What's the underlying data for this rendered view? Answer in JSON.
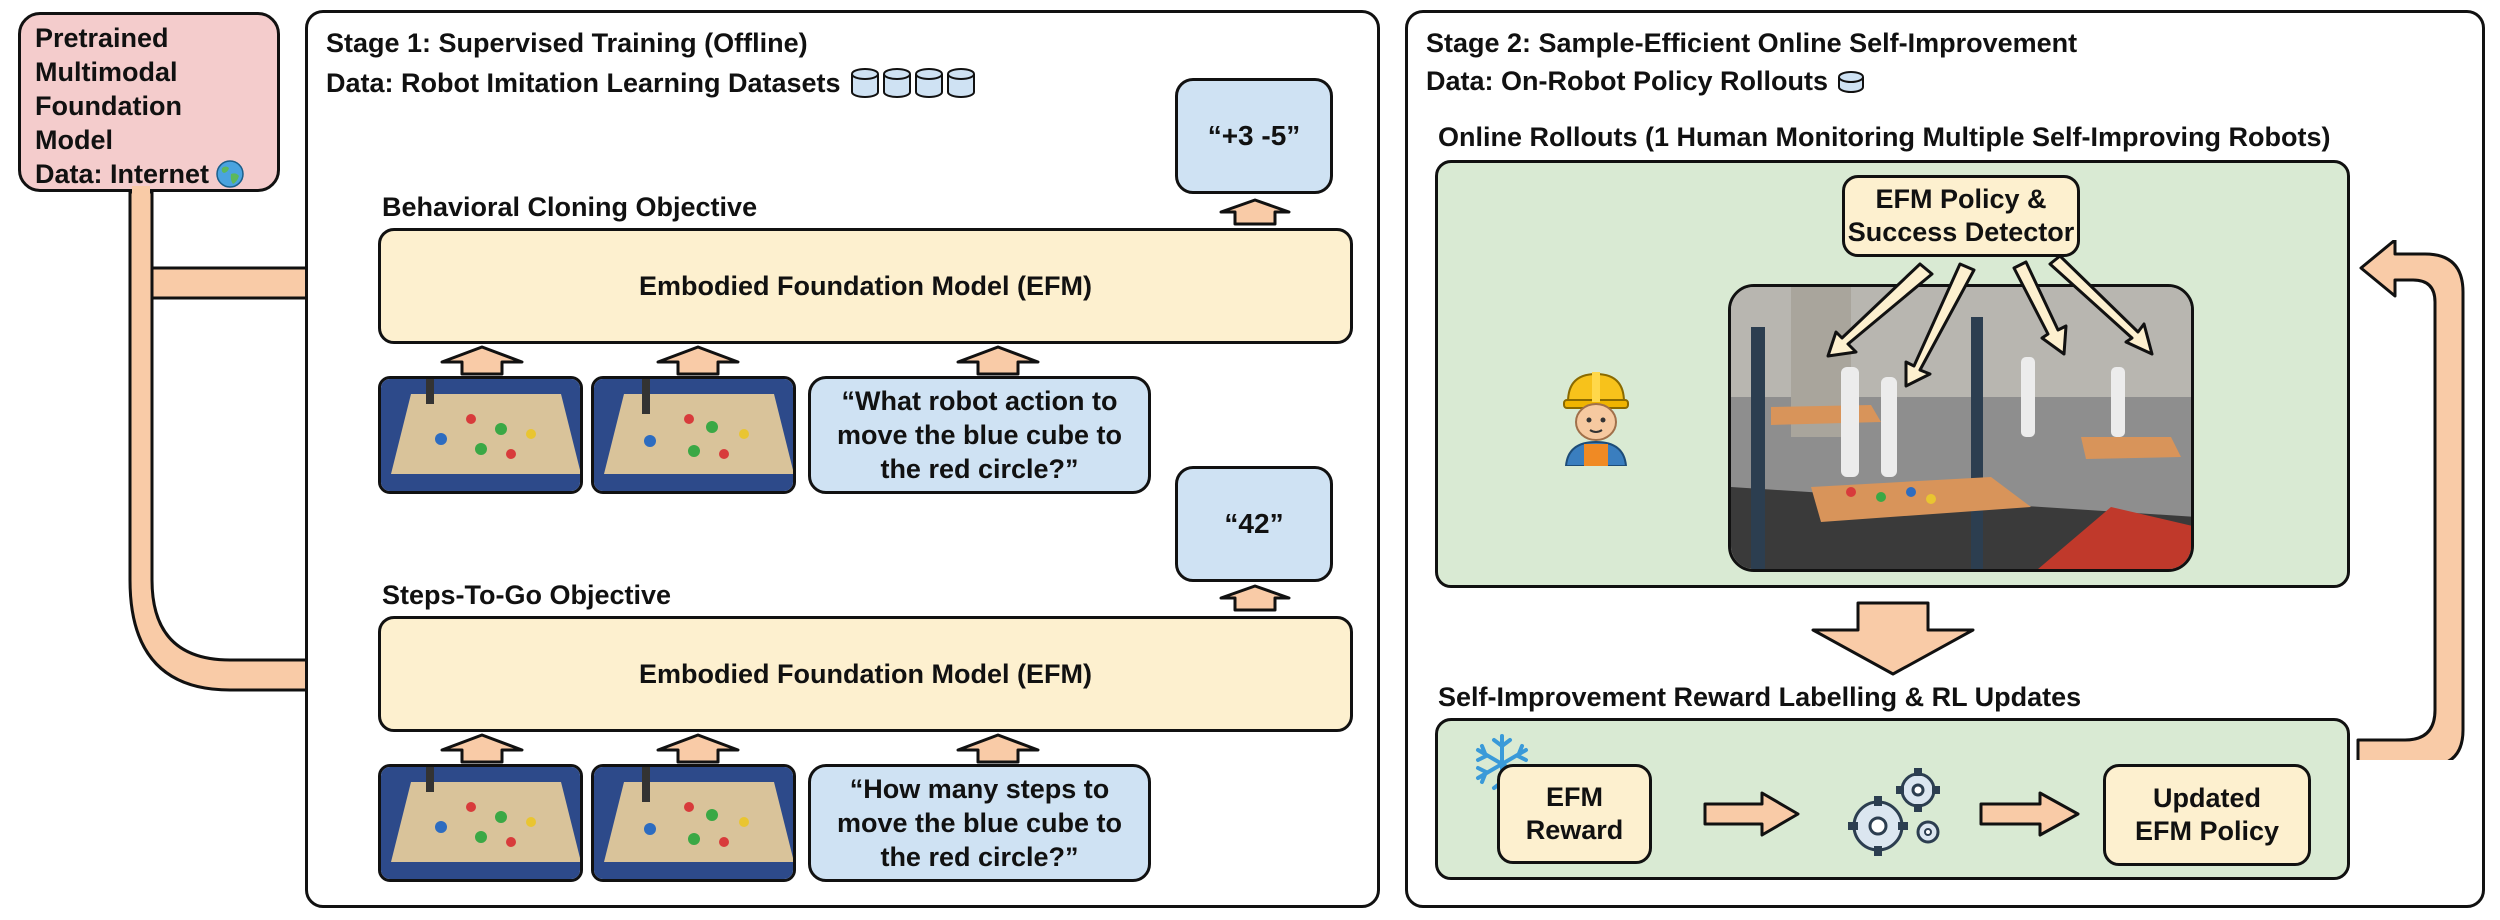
{
  "pretrained": {
    "lines": [
      "Pretrained",
      "Multimodal",
      "Foundation",
      "Model"
    ],
    "data_line": "Data: Internet",
    "icon": "globe-icon"
  },
  "stage1": {
    "title": "Stage 1: Supervised Training (Offline)",
    "data": "Data: Robot Imitation Learning Datasets",
    "data_icon": "database-icon",
    "bc": {
      "objective": "Behavioral Cloning Objective",
      "model": "Embodied Foundation Model (EFM)",
      "output": "“+3 -5”",
      "prompt": "“What robot action to move the blue cube to the red circle?”"
    },
    "stg": {
      "objective": "Steps-To-Go Objective",
      "model": "Embodied Foundation Model (EFM)",
      "output": "“42”",
      "prompt": "“How many steps to move the blue cube to the red circle?”"
    }
  },
  "stage2": {
    "title": "Stage 2: Sample-Efficient Online Self-Improvement",
    "data": "Data: On-Robot Policy Rollouts",
    "data_icon": "database-icon",
    "rollouts_label": "Online Rollouts (1 Human Monitoring Multiple Self-Improving Robots)",
    "policy_box": "EFM Policy & Success Detector",
    "human_icon": "worker-icon",
    "reward_label": "Self-Improvement Reward Labelling & RL Updates",
    "reward_box": "EFM Reward",
    "frozen_icon": "snowflake-icon",
    "gears_icon": "gears-icon",
    "updated_box": "Updated EFM Policy"
  },
  "colors": {
    "arrow_fill": "#f9cba7",
    "cream": "#fdf0cf",
    "blue": "#cfe2f3",
    "green": "#d9ead3",
    "pink": "#f4cccc"
  }
}
